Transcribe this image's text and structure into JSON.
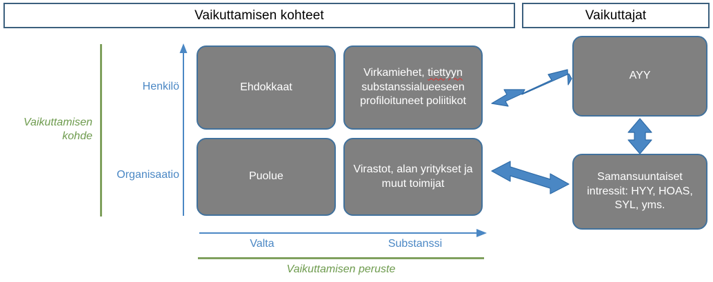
{
  "headers": {
    "targets": "Vaikuttamisen kohteet",
    "actors": "Vaikuttajat"
  },
  "axes": {
    "y_axis_title": "Vaikuttamisen kohde",
    "x_axis_title": "Vaikuttamisen peruste",
    "y_ticks": [
      "Henkilö",
      "Organisaatio"
    ],
    "x_ticks": [
      "Valta",
      "Substanssi"
    ]
  },
  "matrix": {
    "person_power": "Ehdokkaat",
    "person_substance_pre": "Virkamiehet, ",
    "person_substance_flagged": "tiettyyn",
    "person_substance_post": " substanssialueeseen profiloituneet poliitikot",
    "org_power": "Puolue",
    "org_substance": "Virastot, alan yritykset ja muut toimijat"
  },
  "actors": {
    "primary": "AYY",
    "secondary": "Samansuuntaiset intressit: HYY, HOAS, SYL, yms."
  },
  "colors": {
    "box_fill": "#808080",
    "box_border": "#41719C",
    "header_border": "#3B5F7D",
    "arrow_blue": "#4A87C4",
    "axis_green": "#7FA05D",
    "green_text": "#6E9B4E",
    "blue_text": "#4A87C4",
    "spellcheck_red": "#E03030"
  }
}
